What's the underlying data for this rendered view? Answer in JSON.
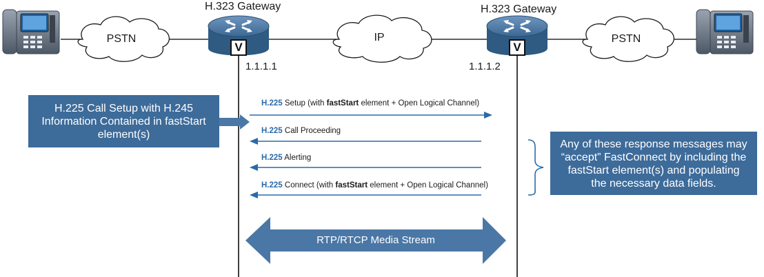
{
  "gateways": [
    {
      "title": "H.323 Gateway",
      "address": "1.1.1.1"
    },
    {
      "title": "H.323 Gateway",
      "address": "1.1.1.2"
    }
  ],
  "clouds": {
    "left": "PSTN",
    "middle": "IP",
    "right": "PSTN"
  },
  "router_badge": "V",
  "messages": [
    {
      "proto": "H.225",
      "pre": " Setup (with ",
      "bold": "fastStart",
      "post": " element + Open Logical Channel)",
      "direction": "right"
    },
    {
      "proto": "H.225",
      "pre": " Call Proceeding",
      "bold": "",
      "post": "",
      "direction": "left"
    },
    {
      "proto": "H.225",
      "pre": " Alerting",
      "bold": "",
      "post": "",
      "direction": "left"
    },
    {
      "proto": "H.225",
      "pre": " Connect (with ",
      "bold": "fastStart",
      "post": " element + Open Logical Channel)",
      "direction": "left"
    }
  ],
  "left_callout": [
    "H.225 Call Setup with H.245",
    "Information Contained in fastStart",
    "element(s)"
  ],
  "right_callout": [
    "Any of these response messages may",
    "“accept” FastConnect by including the",
    "fastStart element(s) and populating",
    "the necessary data fields."
  ],
  "media_stream": "RTP/RTCP Media Stream",
  "colors": {
    "accent_blue": "#2a6aa8",
    "callout_blue": "#3d6b9a",
    "router_blue": "#3f6e98",
    "arrow_fill": "#4a77a6"
  }
}
